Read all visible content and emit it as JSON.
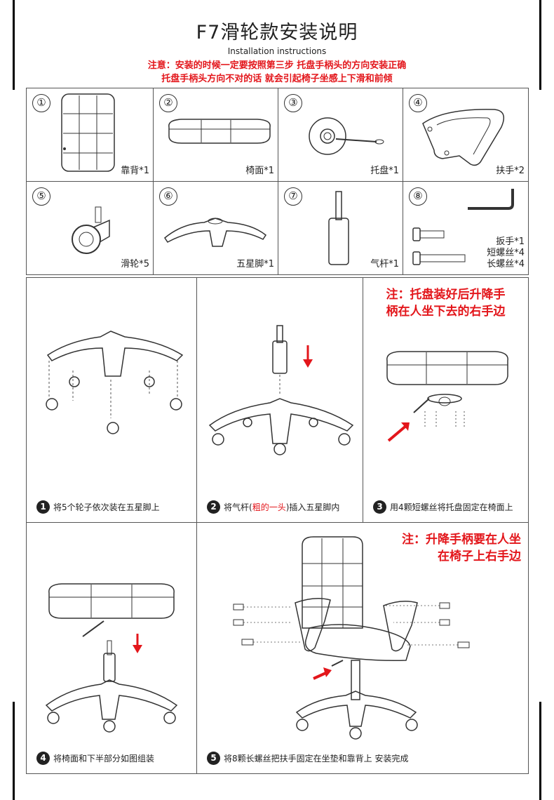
{
  "header": {
    "title": "F7滑轮款安装说明",
    "subtitle": "Installation instructions",
    "notice_line1": "注意：安装的时候一定要按照第三步 托盘手柄头的方向安装正确",
    "notice_line2": "托盘手柄头方向不对的话 就会引起椅子坐感上下滑和前倾"
  },
  "parts": [
    {
      "num": "①",
      "labels": [
        "靠背*1"
      ]
    },
    {
      "num": "②",
      "labels": [
        "椅面*1"
      ]
    },
    {
      "num": "③",
      "labels": [
        "托盘*1"
      ]
    },
    {
      "num": "④",
      "labels": [
        "扶手*2"
      ]
    },
    {
      "num": "⑤",
      "labels": [
        "滑轮*5"
      ]
    },
    {
      "num": "⑥",
      "labels": [
        "五星脚*1"
      ]
    },
    {
      "num": "⑦",
      "labels": [
        "气杆*1"
      ]
    },
    {
      "num": "⑧",
      "labels": [
        "扳手*1",
        "短螺丝*4",
        "长螺丝*4"
      ]
    }
  ],
  "steps": [
    {
      "num": "1",
      "text": "将5个轮子依次装在五星脚上"
    },
    {
      "num": "2",
      "text_before": "将气杆(",
      "text_red": "粗的一头",
      "text_after": ")插入五星脚内"
    },
    {
      "num": "3",
      "text": "用4颗短螺丝将托盘固定在椅面上",
      "note": [
        "注：托盘装好后升降手",
        "柄在人坐下去的右手边"
      ]
    },
    {
      "num": "4",
      "text": "将椅面和下半部分如图组装"
    },
    {
      "num": "5",
      "text": "将8颗长螺丝把扶手固定在坐垫和靠背上 安装完成",
      "note": [
        "注：升降手柄要在人坐",
        "在椅子上右手边"
      ]
    }
  ],
  "colors": {
    "accent_red": "#e3161b",
    "line": "#333333"
  }
}
